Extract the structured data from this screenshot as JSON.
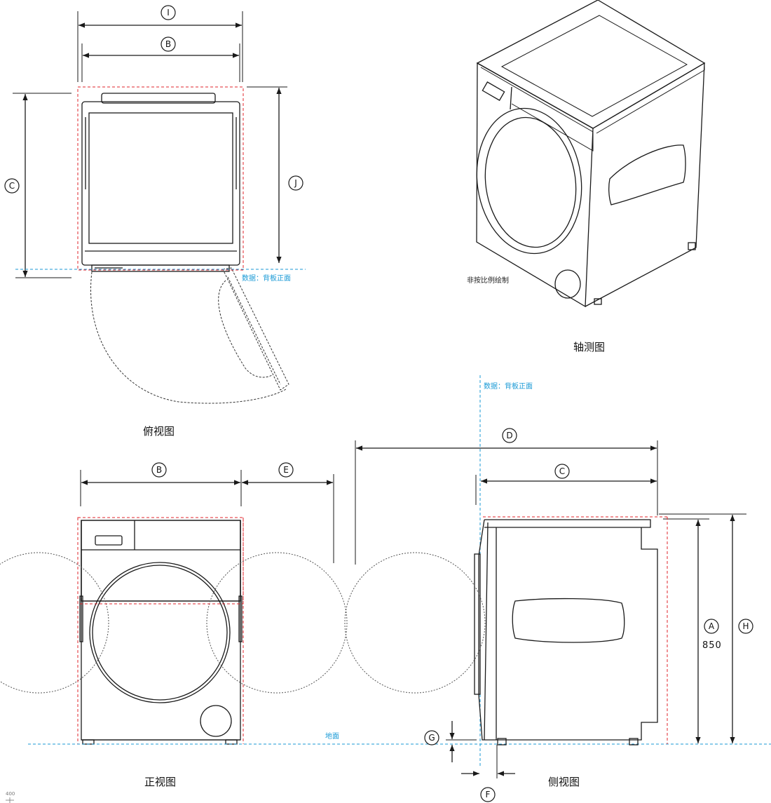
{
  "captions": {
    "top_view": "俯视图",
    "axonometric": "轴测图",
    "front_view": "正视图",
    "side_view": "侧视图"
  },
  "notes": {
    "datum_back": "数据：背板正面",
    "datum_ground": "地面",
    "not_to_scale": "非按比例绘制"
  },
  "dimension_labels": {
    "I": "I",
    "B": "B",
    "C": "C",
    "J": "J",
    "D": "D",
    "E": "E",
    "A": "A",
    "H": "H",
    "G": "G",
    "F": "F"
  },
  "values": {
    "A": "850"
  },
  "scale_marker": "400",
  "colors": {
    "line": "#1a1a1a",
    "guide_red": "#e0242b",
    "guide_blue": "#1a9ad6",
    "dashed_swing": "#333333"
  }
}
